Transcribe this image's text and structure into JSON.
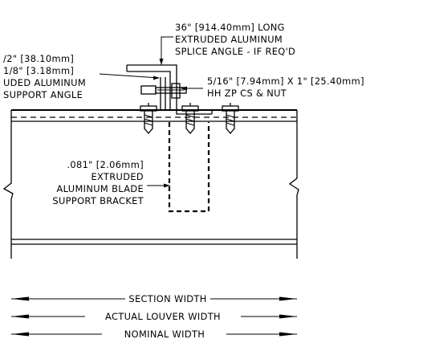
{
  "labels": {
    "splice_line1": "36\" [914.40mm] LONG",
    "splice_line2": "EXTRUDED ALUMINUM",
    "splice_line3": "SPLICE ANGLE - IF REQ'D",
    "support_line1": "/2\" [38.10mm]",
    "support_line2": "1/8\" [3.18mm]",
    "support_line3": "UDED ALUMINUM",
    "support_line4": "SUPPORT ANGLE",
    "bolt_line1": "5/16\" [7.94mm] X 1\" [25.40mm]",
    "bolt_line2": "HH ZP CS & NUT",
    "bracket_line1": ".081\" [2.06mm]",
    "bracket_line2": "EXTRUDED",
    "bracket_line3": "ALUMINUM BLADE",
    "bracket_line4": "SUPPORT BRACKET"
  },
  "dimensions": {
    "section_width": "SECTION WIDTH",
    "actual_louver_width": "ACTUAL LOUVER WIDTH",
    "nominal_width": "NOMINAL WIDTH"
  },
  "colors": {
    "line": "#000000",
    "background": "#ffffff"
  }
}
